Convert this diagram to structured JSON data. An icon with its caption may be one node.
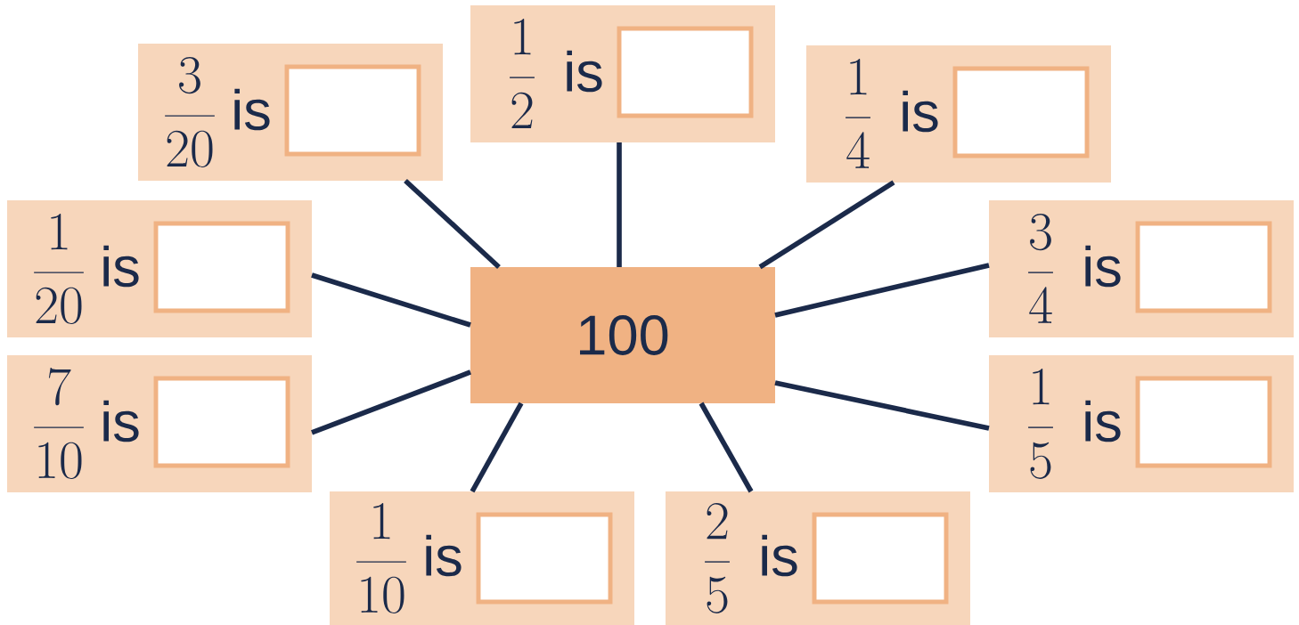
{
  "diagram": {
    "nodes": [
      {
        "text": [
          "100"
        ]
      },
      {
        "text": [
          "\\frac{3}{20}",
          "is"
        ]
      },
      {
        "text": [],
        "shape": "box",
        "in": 1
      },
      {
        "text": [
          "\\frac{1}{2}",
          "is"
        ]
      },
      {
        "text": [],
        "shape": "box",
        "in": 3
      },
      {
        "text": [
          "\\frac{1}{4}",
          "is"
        ]
      },
      {
        "text": [],
        "shape": "box",
        "in": 5
      },
      {
        "text": [
          "\\frac{1}{20}",
          "is"
        ]
      },
      {
        "text": [],
        "shape": "box",
        "in": 7
      },
      {
        "text": [
          "\\frac{3}{4}",
          "is"
        ]
      },
      {
        "text": [],
        "shape": "box",
        "in": 9
      },
      {
        "text": [
          "\\frac{7}{10}",
          "is"
        ]
      },
      {
        "text": [],
        "shape": "box",
        "in": 11
      },
      {
        "text": [
          "\\frac{1}{5}",
          "is"
        ]
      },
      {
        "text": [],
        "shape": "box",
        "in": 13
      },
      {
        "text": [
          "\\frac{1}{10}",
          "is"
        ]
      },
      {
        "text": [],
        "shape": "box",
        "in": 15
      },
      {
        "text": [
          "\\frac{2}{5}",
          "is"
        ]
      },
      {
        "text": [],
        "shape": "box",
        "in": 17
      }
    ],
    "edges": [
      {
        "from": 0,
        "to": 1,
        "arrow": "none"
      },
      {
        "from": 0,
        "to": 3,
        "arrow": "none"
      },
      {
        "from": 0,
        "to": 5,
        "arrow": "none"
      },
      {
        "from": 0,
        "to": 7,
        "arrow": "none"
      },
      {
        "from": 0,
        "to": 9,
        "arrow": "none"
      },
      {
        "from": 0,
        "to": 11,
        "arrow": "none"
      },
      {
        "from": 0,
        "to": 13,
        "arrow": "none"
      },
      {
        "from": 0,
        "to": 15,
        "arrow": "none"
      },
      {
        "from": 0,
        "to": 17,
        "arrow": "none"
      }
    ]
  }
}
